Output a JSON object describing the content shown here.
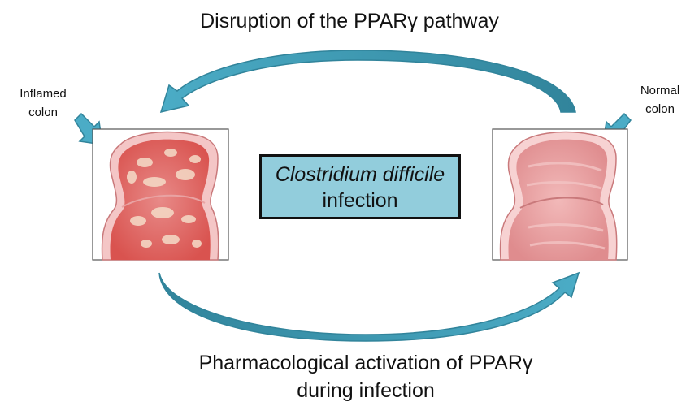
{
  "diagram": {
    "top_label": "Disruption of the PPARγ pathway",
    "bottom_label_line1": "Pharmacological activation of PPARγ",
    "bottom_label_line2": "during infection",
    "center_box": {
      "line1": "Clostridium difficile",
      "line2": "infection",
      "fill_color": "#92cddc"
    },
    "left_panel": {
      "label_line1": "Inflamed",
      "label_line2": "colon",
      "image": "inflamed-colon-illustration"
    },
    "right_panel": {
      "label_line1": "Normal",
      "label_line2": "colon",
      "image": "normal-colon-illustration"
    },
    "arrow_color": "#4bacc6",
    "arrow_dark_color": "#31849b"
  }
}
